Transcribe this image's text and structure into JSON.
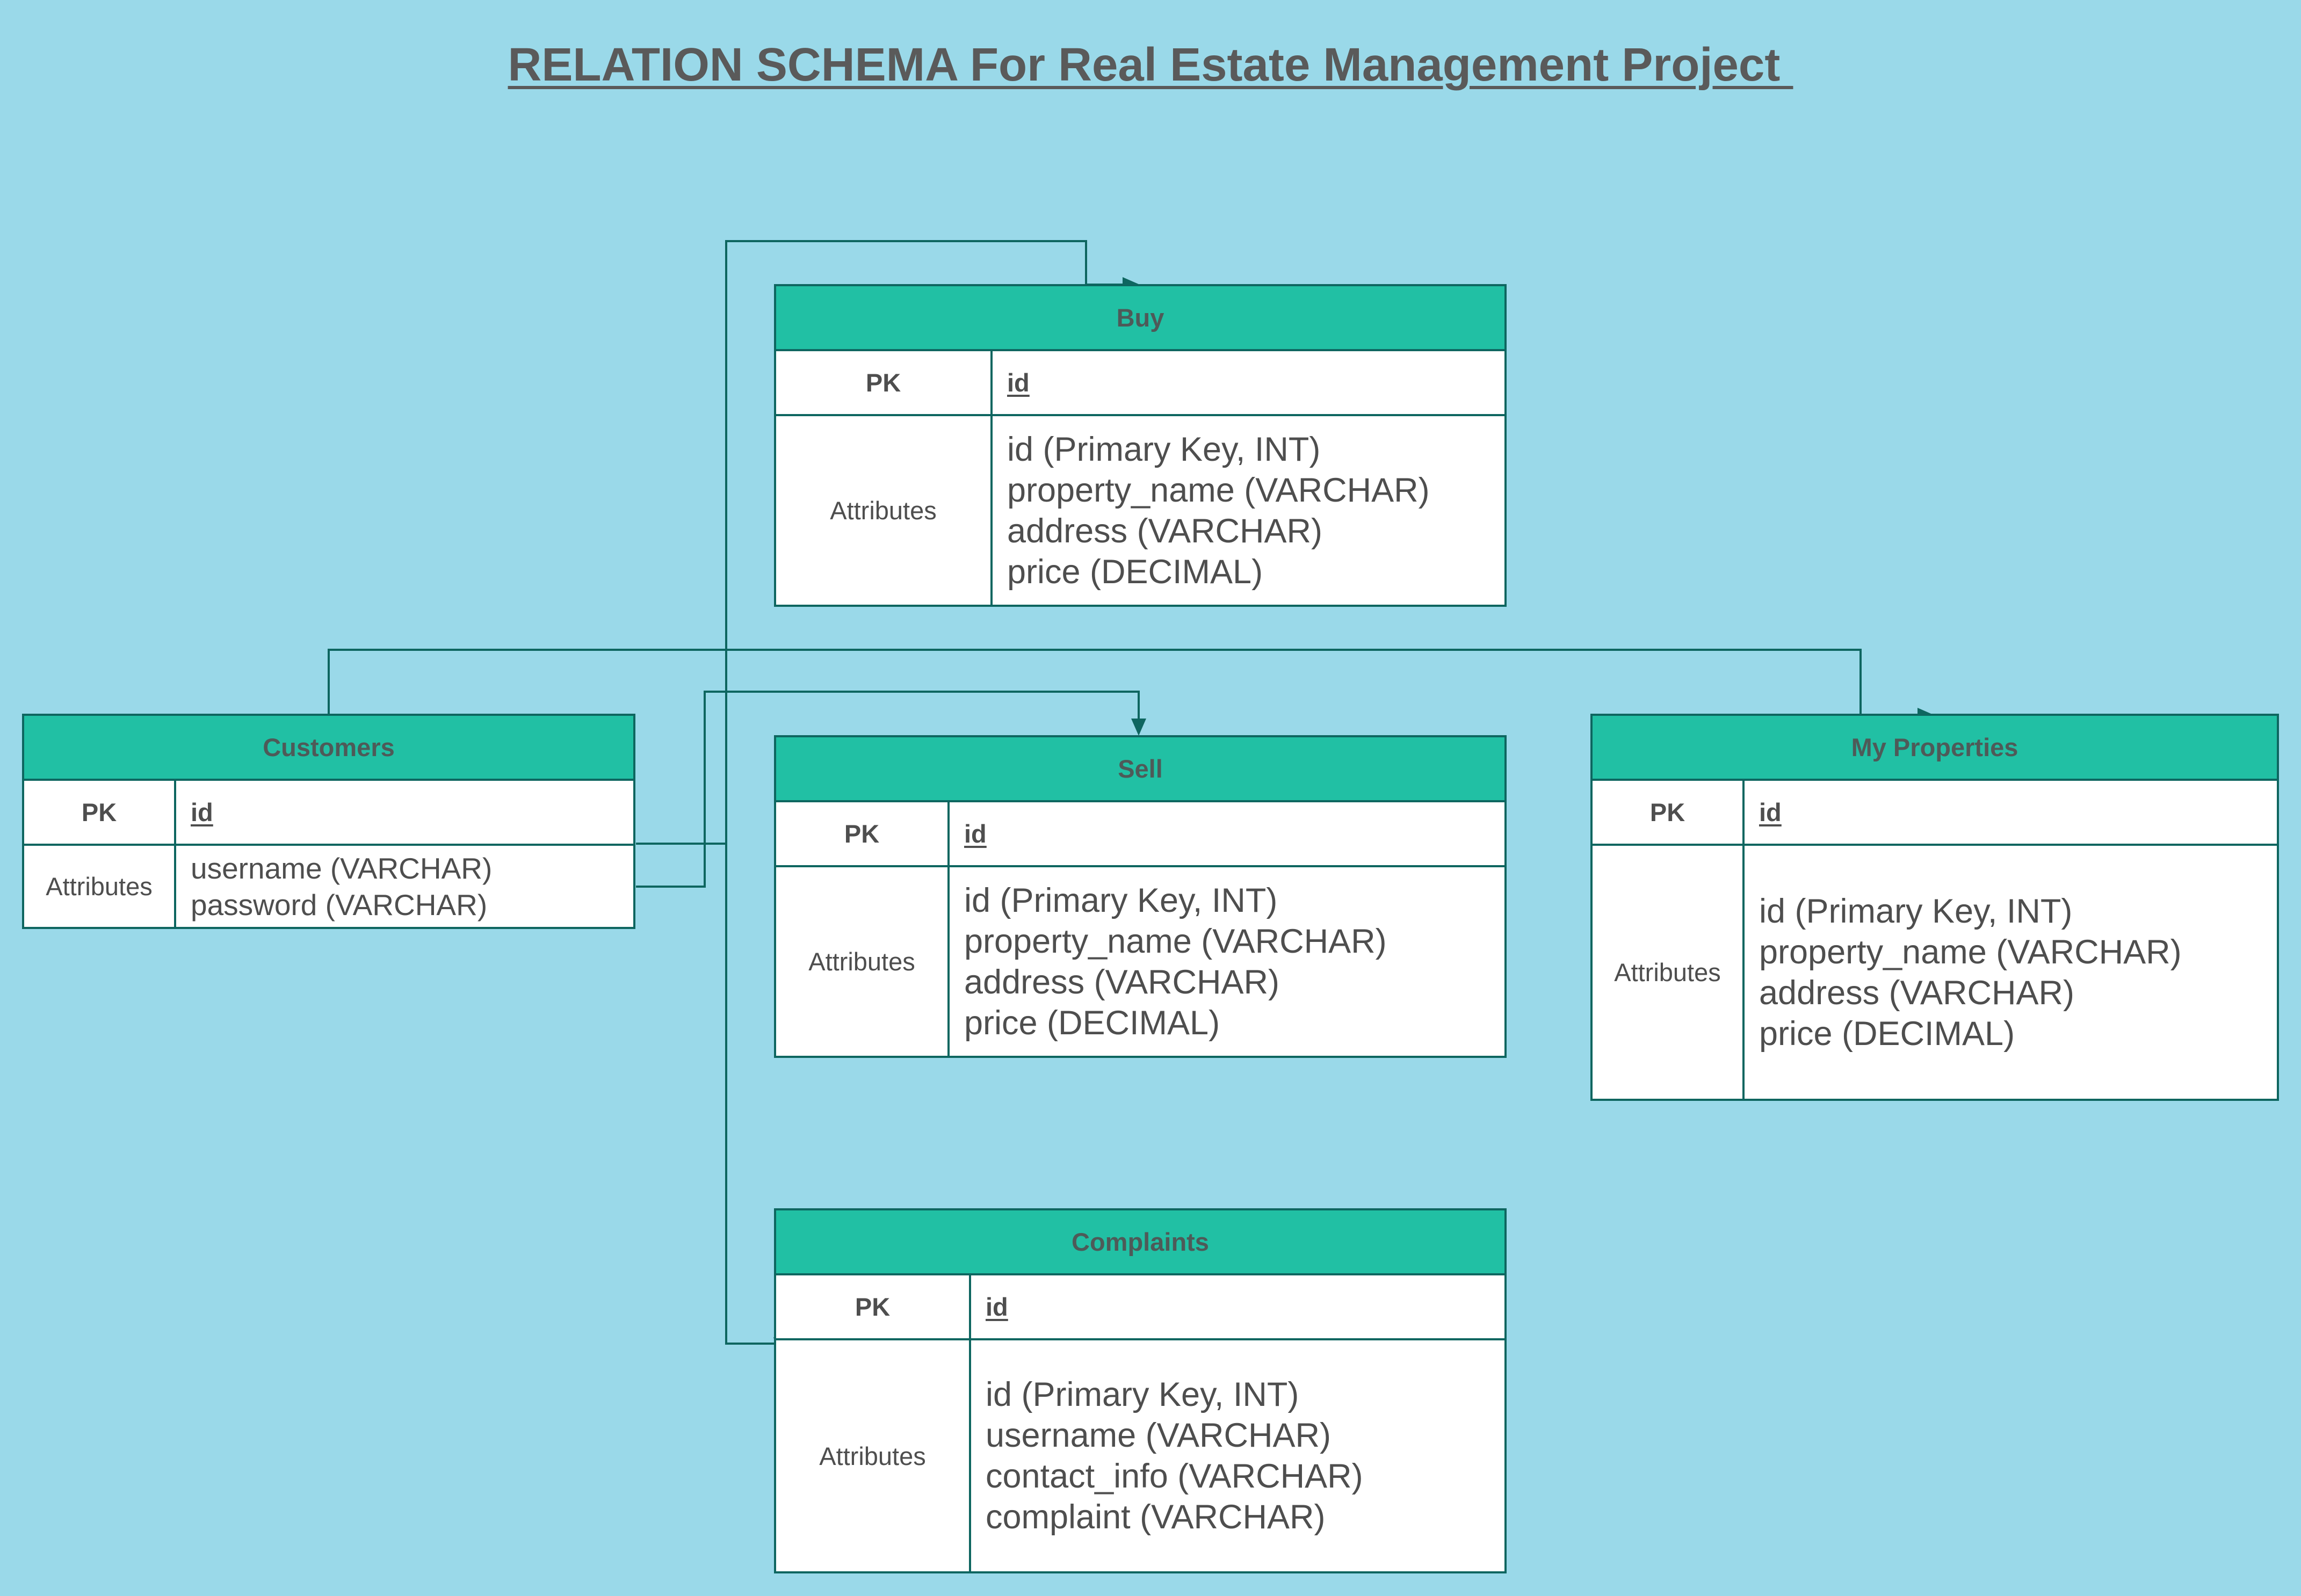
{
  "title": "RELATION SCHEMA For Real Estate Management Project ",
  "colors": {
    "background": "#9ad9e9",
    "header": "#21c0a4",
    "border": "#0e6660",
    "text": "#545454"
  },
  "entities": {
    "buy": {
      "name": "Buy",
      "pk_label": "PK",
      "pk_value": "id",
      "attributes_label": "Attributes",
      "attributes": [
        "id (Primary Key, INT)",
        "property_name (VARCHAR)",
        "address (VARCHAR)",
        "price (DECIMAL)"
      ]
    },
    "customers": {
      "name": "Customers",
      "pk_label": "PK",
      "pk_value": "id",
      "attributes_label": "Attributes",
      "attributes": [
        "username (VARCHAR)",
        "password (VARCHAR)"
      ]
    },
    "sell": {
      "name": "Sell",
      "pk_label": "PK",
      "pk_value": "id",
      "attributes_label": "Attributes",
      "attributes": [
        "id (Primary Key, INT)",
        "property_name (VARCHAR)",
        "address (VARCHAR)",
        "price (DECIMAL)"
      ]
    },
    "my_properties": {
      "name": "My Properties",
      "pk_label": "PK",
      "pk_value": "id",
      "attributes_label": "Attributes",
      "attributes": [
        "id (Primary Key, INT)",
        "property_name (VARCHAR)",
        "address (VARCHAR)",
        "price (DECIMAL)"
      ]
    },
    "complaints": {
      "name": "Complaints",
      "pk_label": "PK",
      "pk_value": "id",
      "attributes_label": "Attributes",
      "attributes": [
        "id (Primary Key, INT)",
        "username (VARCHAR)",
        "contact_info (VARCHAR)",
        "complaint (VARCHAR)"
      ]
    }
  },
  "relationships": [
    {
      "from": "Customers",
      "to": "Buy"
    },
    {
      "from": "Customers",
      "to": "Sell"
    },
    {
      "from": "Customers",
      "to": "My Properties"
    },
    {
      "from": "Customers",
      "to": "Complaints"
    }
  ]
}
